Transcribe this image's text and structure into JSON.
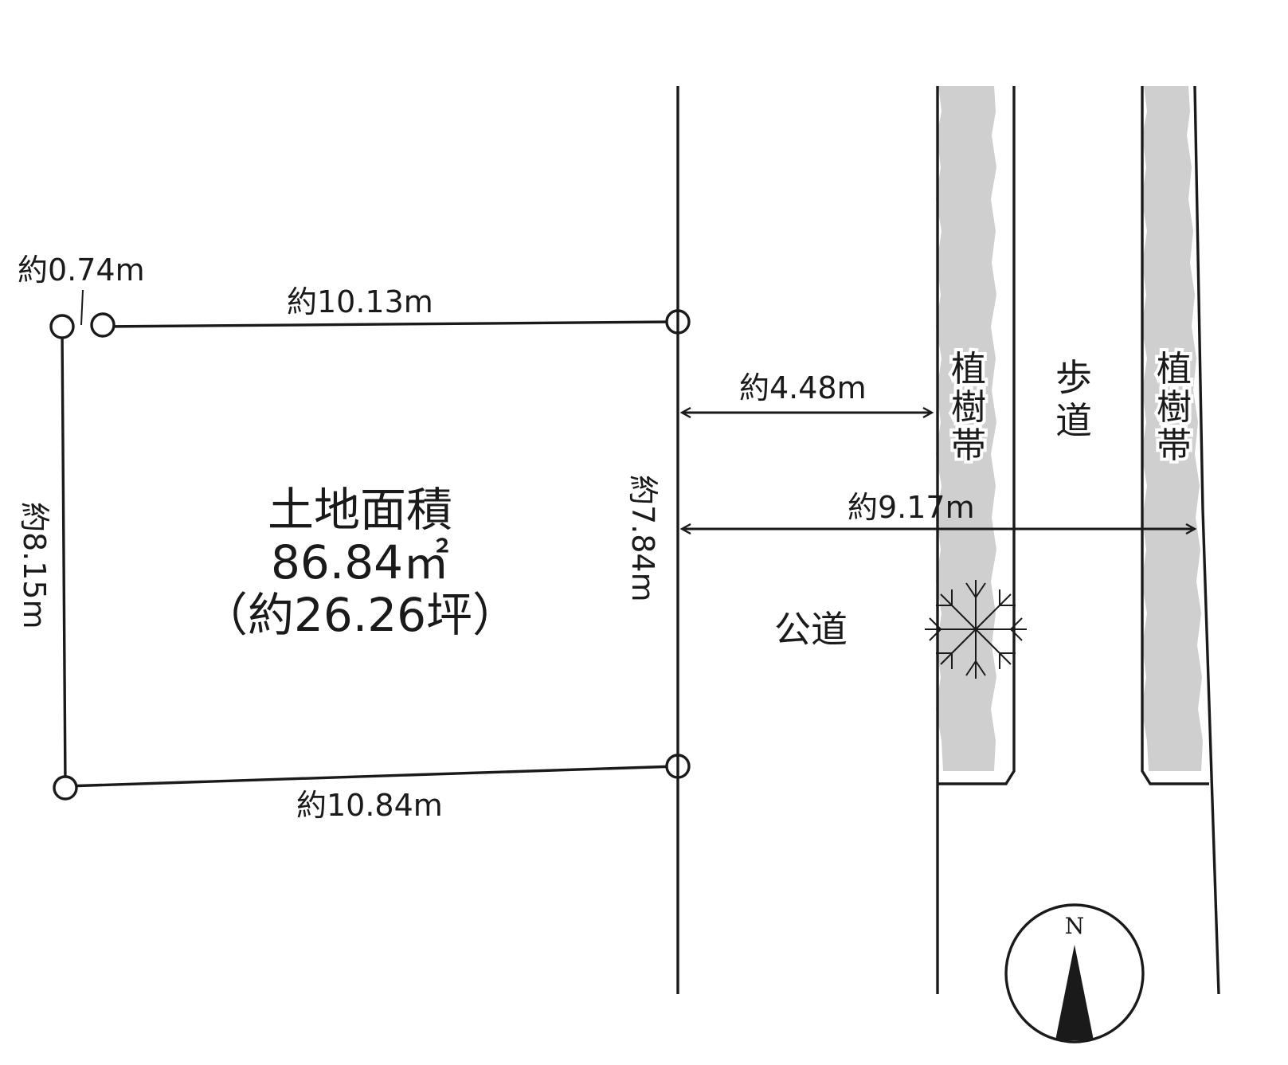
{
  "dimensions": {
    "offset": "約0.74m",
    "top_edge": "約10.13m",
    "bottom_edge": "約10.84m",
    "left_edge": "約8.15m",
    "right_edge": "約7.84m",
    "to_planting": "約4.48m",
    "to_sidewalk_end": "約9.17m"
  },
  "area": {
    "title": "土地面積",
    "sqm": "86.84㎡",
    "tsubo": "（約26.26坪）"
  },
  "road_labels": {
    "planting_left": [
      "植",
      "樹",
      "帯"
    ],
    "sidewalk": [
      "歩",
      "道"
    ],
    "planting_right": [
      "植",
      "樹",
      "帯"
    ],
    "public_road": "公道"
  },
  "compass": {
    "north": "N"
  },
  "colors": {
    "line": "#1a1a1a",
    "planting_fill": "#cfcfcf",
    "background": "#ffffff"
  }
}
